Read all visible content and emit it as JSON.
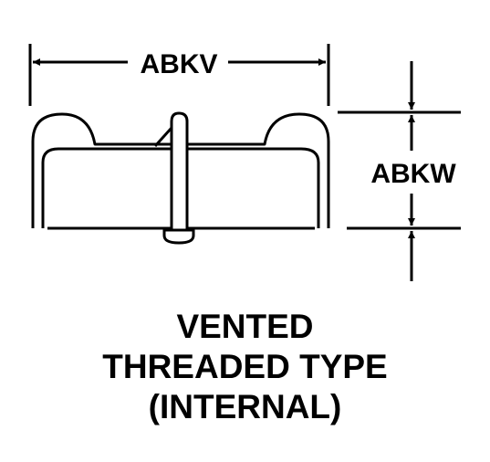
{
  "dimensions": {
    "width_label": "ABKV",
    "height_label": "ABKW"
  },
  "caption": {
    "line1": "VENTED",
    "line2": "THREADED TYPE",
    "line3": "(INTERNAL)"
  }
}
